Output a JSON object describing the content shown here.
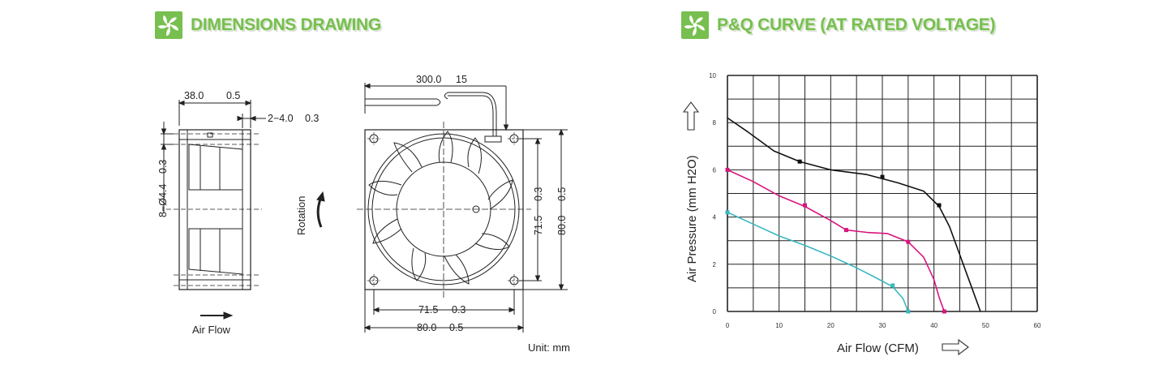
{
  "sections": {
    "dimensions_title": "DIMENSIONS DRAWING",
    "pq_title": "P&Q CURVE (AT RATED VOLTAGE)"
  },
  "drawing": {
    "side_width": "38.0",
    "side_width_tol": "0.5",
    "side_hole_note": "2−4.0",
    "side_hole_tol": "0.3",
    "side_mount_vert": "8−Ø4.4",
    "side_mount_tol": "0.3",
    "air_flow_label": "Air Flow",
    "rotation_label": "Rotation",
    "lead_length": "300.0",
    "lead_length_tol": "15",
    "hole_spacing_v": "71.5",
    "hole_spacing_v_tol": "0.3",
    "frame_v": "80.0",
    "frame_v_tol": "0.5",
    "hole_spacing_h": "71.5",
    "hole_spacing_h_tol": "0.3",
    "frame_h": "80.0",
    "frame_h_tol": "0.5",
    "unit_note": "Unit: mm"
  },
  "chart_data": {
    "type": "line",
    "xlabel": "Air Flow (CFM)",
    "ylabel": "Air Pressure (mm H2O)",
    "xlim": [
      0,
      60
    ],
    "ylim": [
      0,
      10
    ],
    "x_ticks": [
      "0",
      "10",
      "20",
      "30",
      "40",
      "50",
      "60"
    ],
    "y_ticks": [
      "0",
      "2",
      "4",
      "6",
      "8",
      "10"
    ],
    "grid": true,
    "series": [
      {
        "color": "#111111",
        "points": [
          [
            0,
            8.2
          ],
          [
            4,
            7.6
          ],
          [
            9,
            6.8
          ],
          [
            14,
            6.35
          ],
          [
            20,
            6.0
          ],
          [
            27,
            5.8
          ],
          [
            33,
            5.45
          ],
          [
            38,
            5.1
          ],
          [
            41,
            4.45
          ],
          [
            43,
            3.6
          ],
          [
            45,
            2.4
          ],
          [
            47,
            1.2
          ],
          [
            49,
            0
          ]
        ],
        "markers": [
          [
            14,
            6.35
          ],
          [
            30,
            5.7
          ],
          [
            41,
            4.5
          ]
        ]
      },
      {
        "color": "#d9157e",
        "points": [
          [
            0,
            6.0
          ],
          [
            5,
            5.5
          ],
          [
            10,
            4.9
          ],
          [
            15,
            4.45
          ],
          [
            20,
            3.85
          ],
          [
            23,
            3.45
          ],
          [
            27,
            3.35
          ],
          [
            31,
            3.3
          ],
          [
            35,
            2.95
          ],
          [
            38,
            2.3
          ],
          [
            40,
            1.35
          ],
          [
            41,
            0.6
          ],
          [
            42,
            0
          ]
        ],
        "markers": [
          [
            0,
            6.0
          ],
          [
            15,
            4.5
          ],
          [
            23,
            3.45
          ],
          [
            35,
            2.95
          ],
          [
            42,
            0
          ]
        ]
      },
      {
        "color": "#3ab8bf",
        "points": [
          [
            0,
            4.2
          ],
          [
            5,
            3.7
          ],
          [
            10,
            3.2
          ],
          [
            15,
            2.8
          ],
          [
            20,
            2.35
          ],
          [
            25,
            1.85
          ],
          [
            29,
            1.4
          ],
          [
            32,
            1.05
          ],
          [
            34,
            0.55
          ],
          [
            35,
            0
          ]
        ],
        "markers": [
          [
            0,
            4.2
          ],
          [
            32,
            1.1
          ],
          [
            35,
            0
          ]
        ]
      }
    ]
  }
}
